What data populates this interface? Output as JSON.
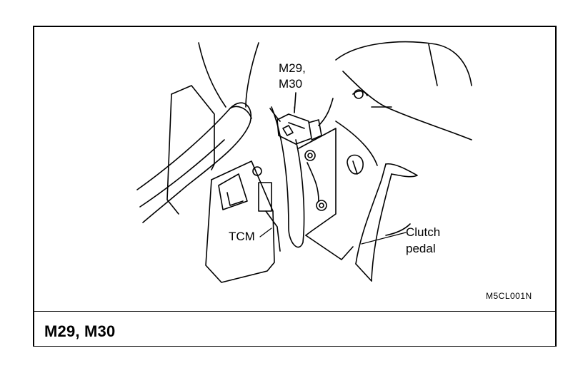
{
  "figure": {
    "caption": "M29, M30",
    "figure_code": "M5CL001N",
    "labels": {
      "connector_line1": "M29,",
      "connector_line2": "M30",
      "tcm": "TCM",
      "clutch_line1": "Clutch",
      "clutch_line2": "pedal"
    }
  }
}
